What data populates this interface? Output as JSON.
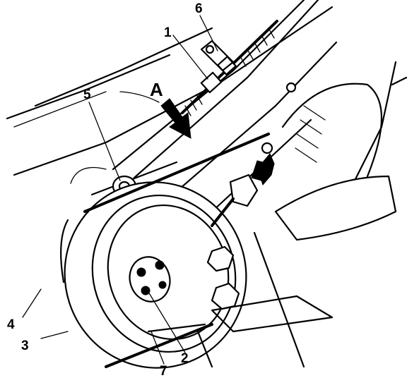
{
  "figure": {
    "arrow_label": "A",
    "callouts": {
      "c1": "1",
      "c2": "2",
      "c3": "3",
      "c4": "4",
      "c5": "5",
      "c6": "6",
      "c7": "7"
    }
  }
}
